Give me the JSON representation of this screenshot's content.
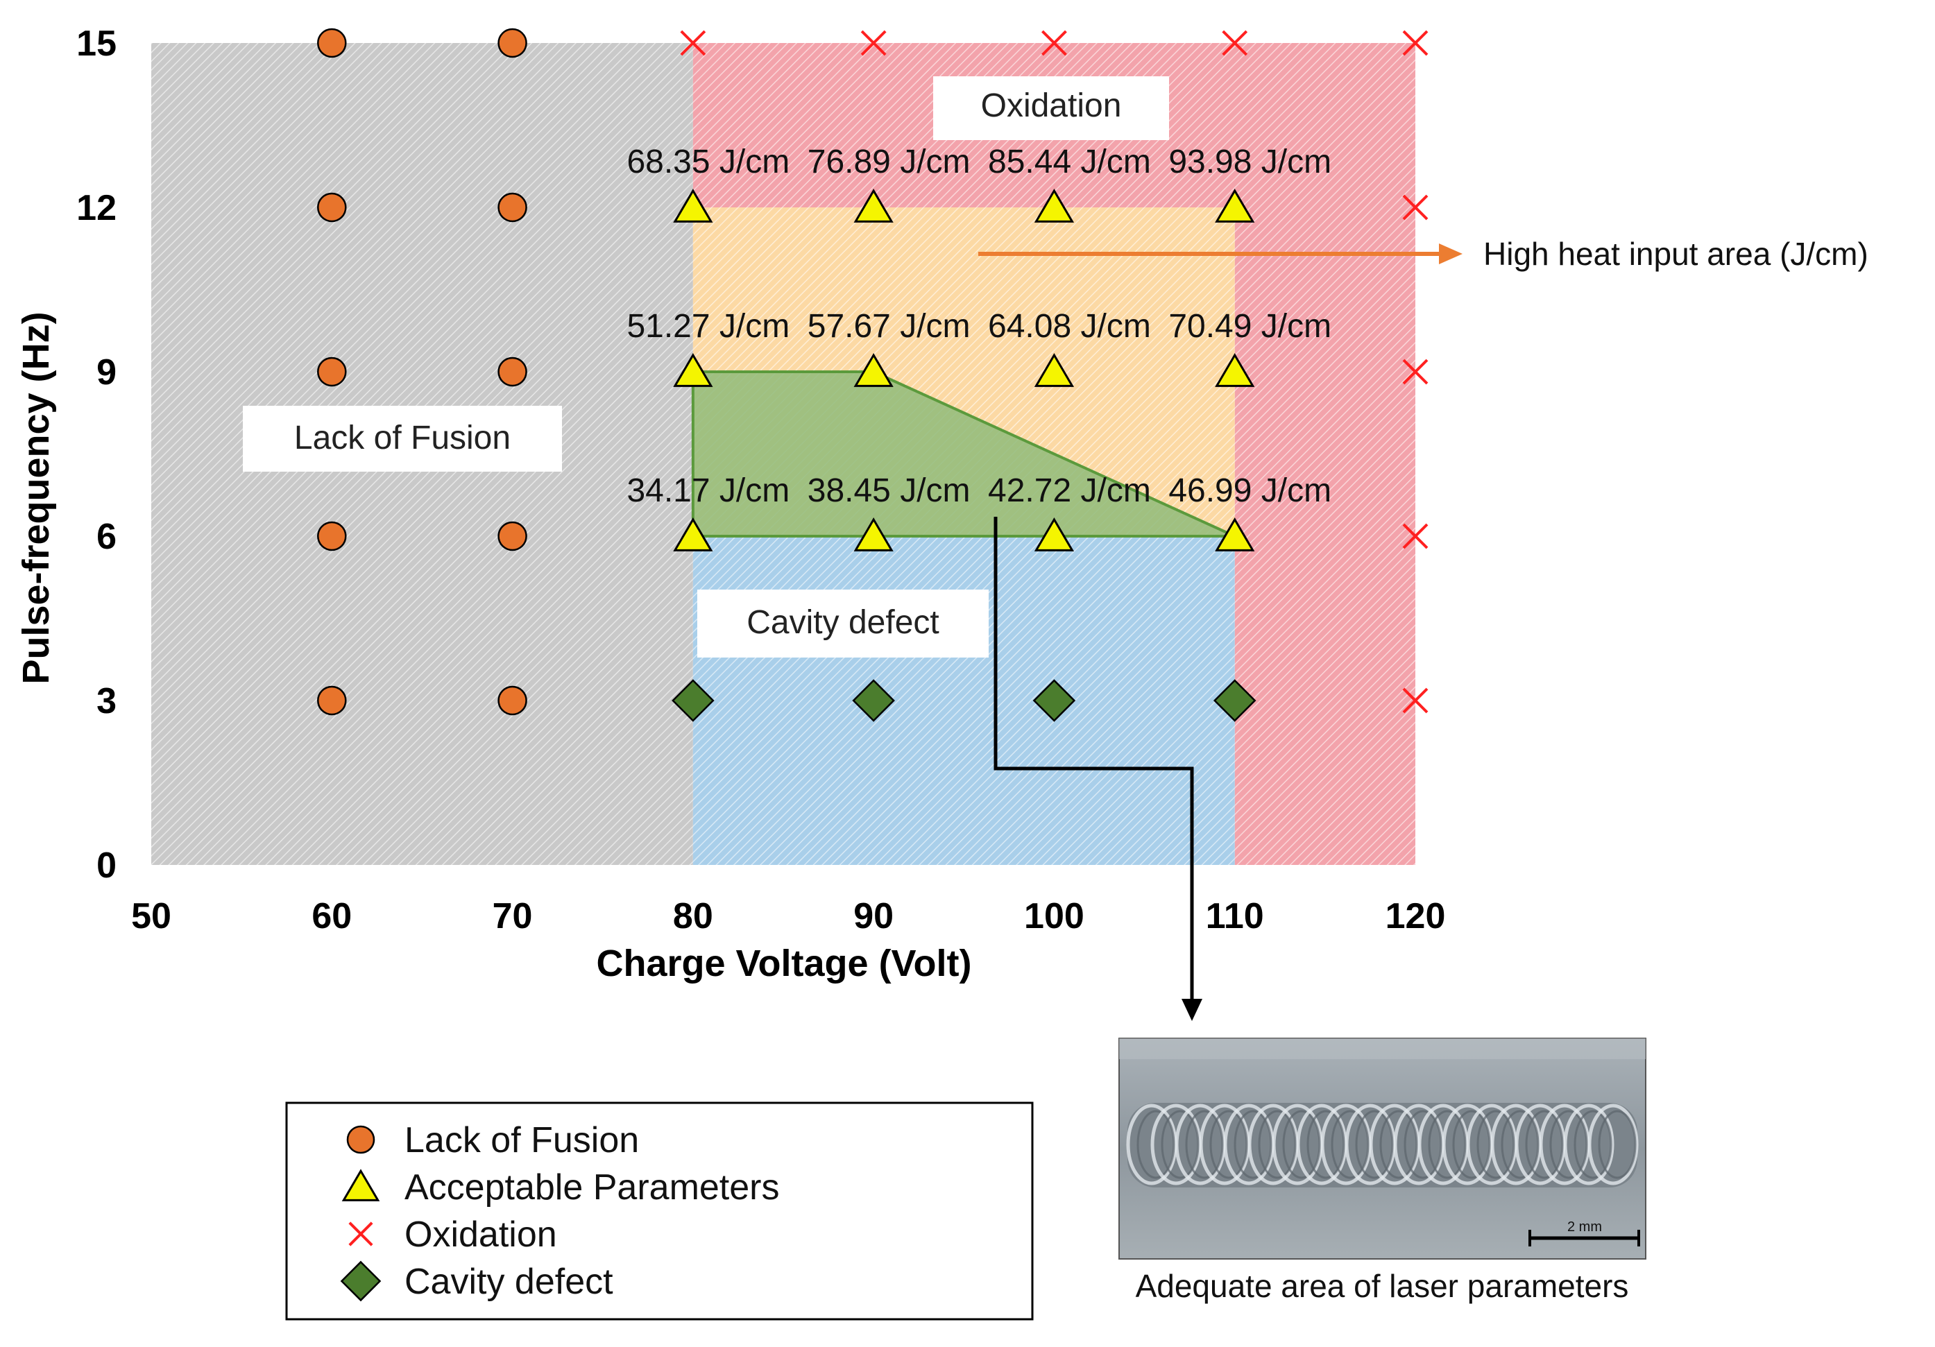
{
  "colors": {
    "lack_of_fusion_fill": "#e8742c",
    "acceptable_fill": "#f5f500",
    "oxidation_stroke": "#ff2020",
    "cavity_fill": "#4b7d2d",
    "region_grey": "#c9c9c9",
    "region_red": "#f3a3ab",
    "region_orange": "#fcd9a4",
    "region_blue": "#a9cfea",
    "region_green": "#8fbb7a",
    "arrow_orange": "#ec7d31"
  },
  "chart_data": {
    "type": "scatter",
    "xlabel": "Charge Voltage (Volt)",
    "ylabel": "Pulse-frequency (Hz)",
    "xlim": [
      50,
      120
    ],
    "ylim": [
      0,
      15
    ],
    "xticks": [
      "50",
      "60",
      "70",
      "80",
      "90",
      "100",
      "110",
      "120"
    ],
    "yticks": [
      "0",
      "3",
      "6",
      "9",
      "12",
      "15"
    ],
    "grid": false,
    "legend_position": "bottom-left",
    "series": [
      {
        "name": "Lack of Fusion",
        "marker": "circle",
        "points": [
          [
            60,
            3
          ],
          [
            60,
            6
          ],
          [
            60,
            9
          ],
          [
            60,
            12
          ],
          [
            60,
            15
          ],
          [
            70,
            3
          ],
          [
            70,
            6
          ],
          [
            70,
            9
          ],
          [
            70,
            12
          ],
          [
            70,
            15
          ]
        ]
      },
      {
        "name": "Acceptable Parameters",
        "marker": "triangle",
        "points": [
          [
            80,
            6
          ],
          [
            90,
            6
          ],
          [
            100,
            6
          ],
          [
            110,
            6
          ],
          [
            80,
            9
          ],
          [
            90,
            9
          ],
          [
            100,
            9
          ],
          [
            110,
            9
          ],
          [
            80,
            12
          ],
          [
            90,
            12
          ],
          [
            100,
            12
          ],
          [
            110,
            12
          ]
        ]
      },
      {
        "name": "Oxidation",
        "marker": "x",
        "points": [
          [
            80,
            15
          ],
          [
            90,
            15
          ],
          [
            100,
            15
          ],
          [
            110,
            15
          ],
          [
            120,
            15
          ],
          [
            120,
            12
          ],
          [
            120,
            9
          ],
          [
            120,
            6
          ],
          [
            120,
            3
          ]
        ]
      },
      {
        "name": "Cavity defect",
        "marker": "diamond",
        "points": [
          [
            80,
            3
          ],
          [
            90,
            3
          ],
          [
            100,
            3
          ],
          [
            110,
            3
          ]
        ]
      }
    ],
    "data_labels": [
      {
        "x": 80,
        "y": 12,
        "text": "68.35 J/cm"
      },
      {
        "x": 90,
        "y": 12,
        "text": "76.89 J/cm"
      },
      {
        "x": 100,
        "y": 12,
        "text": "85.44 J/cm"
      },
      {
        "x": 110,
        "y": 12,
        "text": "93.98 J/cm"
      },
      {
        "x": 80,
        "y": 9,
        "text": "51.27 J/cm"
      },
      {
        "x": 90,
        "y": 9,
        "text": "57.67 J/cm"
      },
      {
        "x": 100,
        "y": 9,
        "text": "64.08 J/cm"
      },
      {
        "x": 110,
        "y": 9,
        "text": "70.49 J/cm"
      },
      {
        "x": 80,
        "y": 6,
        "text": "34.17 J/cm"
      },
      {
        "x": 90,
        "y": 6,
        "text": "38.45 J/cm"
      },
      {
        "x": 100,
        "y": 6,
        "text": "42.72 J/cm"
      },
      {
        "x": 110,
        "y": 6,
        "text": "46.99 J/cm"
      }
    ],
    "regions": [
      {
        "name": "Lack of Fusion",
        "x": [
          50,
          80
        ],
        "y": [
          0,
          15
        ]
      },
      {
        "name": "Oxidation",
        "x": [
          80,
          120
        ],
        "y": [
          12,
          15
        ]
      },
      {
        "name": "Oxidation",
        "x": [
          110,
          120
        ],
        "y": [
          0,
          12
        ]
      },
      {
        "name": "High heat input area (J/cm)",
        "x": [
          80,
          110
        ],
        "y": [
          6,
          12
        ]
      },
      {
        "name": "Cavity defect",
        "x": [
          80,
          110
        ],
        "y": [
          0,
          6
        ]
      },
      {
        "name": "Adequate area of laser parameters",
        "polygon": [
          [
            80,
            6
          ],
          [
            80,
            9
          ],
          [
            90,
            9
          ],
          [
            110,
            6
          ]
        ]
      }
    ],
    "region_labels": {
      "lack_of_fusion": "Lack of Fusion",
      "oxidation": "Oxidation",
      "cavity_defect": "Cavity defect"
    },
    "annotations": {
      "high_heat": "High heat input area (J/cm)",
      "photo_caption": "Adequate area of laser parameters",
      "scale_bar": "2 mm"
    },
    "legend": [
      "Lack of Fusion",
      "Acceptable Parameters",
      "Oxidation",
      "Cavity defect"
    ]
  }
}
